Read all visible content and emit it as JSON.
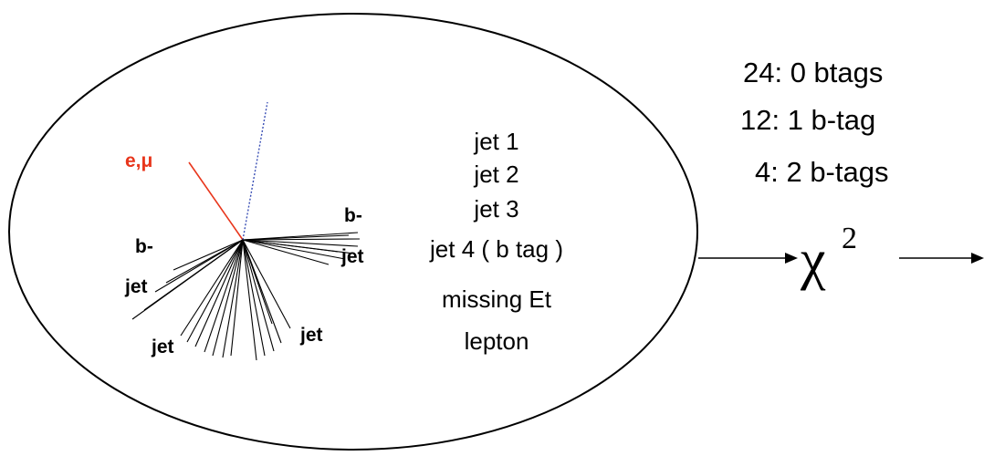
{
  "colors": {
    "lepton": "#e8361c",
    "neutrino_track": "#3a4fb5",
    "ink": "#000000",
    "background": "#ffffff"
  },
  "event_display": {
    "lepton_label": "e,μ",
    "bjet_left_line1": "b-",
    "bjet_left_line2": "jet",
    "bjet_right_line1": "b-",
    "bjet_right_line2": "jet",
    "jet_bottom_left": "jet",
    "jet_bottom_right": "jet"
  },
  "object_list": [
    "jet 1",
    "jet 2",
    "jet 3",
    "jet 4 ( b tag )",
    "missing Et",
    "lepton"
  ],
  "combinatorics": [
    "24: 0 btags",
    "12: 1 b-tag",
    "4: 2 b-tags"
  ],
  "fit": {
    "symbol": "χ",
    "exponent": "2"
  }
}
